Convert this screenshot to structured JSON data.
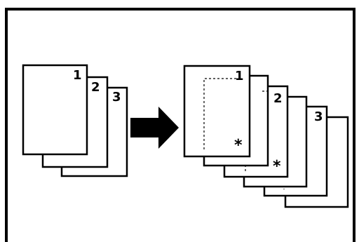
{
  "original_set": {
    "page_labels": [
      "1",
      "2",
      "3"
    ]
  },
  "output_set": {
    "page_labels": [
      "1",
      "2",
      "3"
    ],
    "mark": "*"
  }
}
